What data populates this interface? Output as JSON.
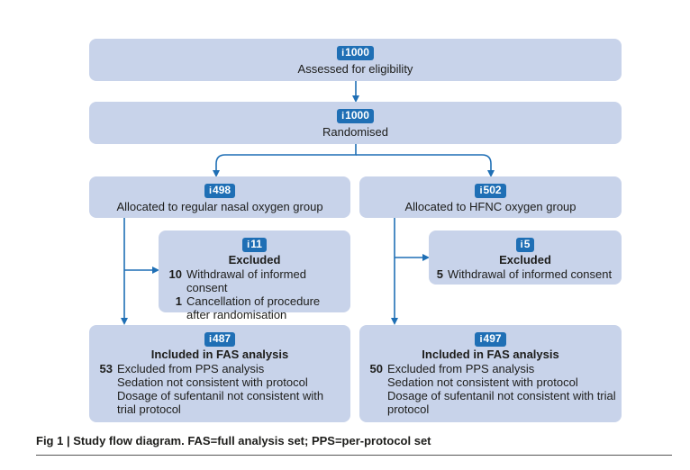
{
  "nodes": {
    "assessed": {
      "n": "1000",
      "label": "Assessed for eligibility"
    },
    "randomised": {
      "n": "1000",
      "label": "Randomised"
    },
    "left_alloc": {
      "n": "498",
      "label": "Allocated to regular nasal oxygen group"
    },
    "right_alloc": {
      "n": "502",
      "label": "Allocated to HFNC oxygen group"
    },
    "left_excl": {
      "n": "11",
      "title": "Excluded",
      "items": [
        {
          "num": "10",
          "text": "Withdrawal of informed consent"
        },
        {
          "num": "1",
          "text": "Cancellation of procedure after randomisation"
        }
      ]
    },
    "right_excl": {
      "n": "5",
      "title": "Excluded",
      "items": [
        {
          "num": "5",
          "text": "Withdrawal of informed consent"
        }
      ]
    },
    "left_fas": {
      "n": "487",
      "title": "Included in FAS analysis",
      "num": "53",
      "text": "Excluded from PPS analysis",
      "subs": [
        "Sedation not consistent with protocol",
        "Dosage of sufentanil not consistent with trial protocol"
      ]
    },
    "right_fas": {
      "n": "497",
      "title": "Included in FAS analysis",
      "num": "50",
      "text": "Excluded from PPS analysis",
      "subs": [
        "Sedation not consistent with protocol",
        "Dosage of sufentanil not consistent with trial protocol"
      ]
    }
  },
  "caption": "Fig 1 | Study flow diagram. FAS=full analysis set; PPS=per-protocol set",
  "colors": {
    "box": "#c8d3ea",
    "accent": "#1f6fb5"
  }
}
